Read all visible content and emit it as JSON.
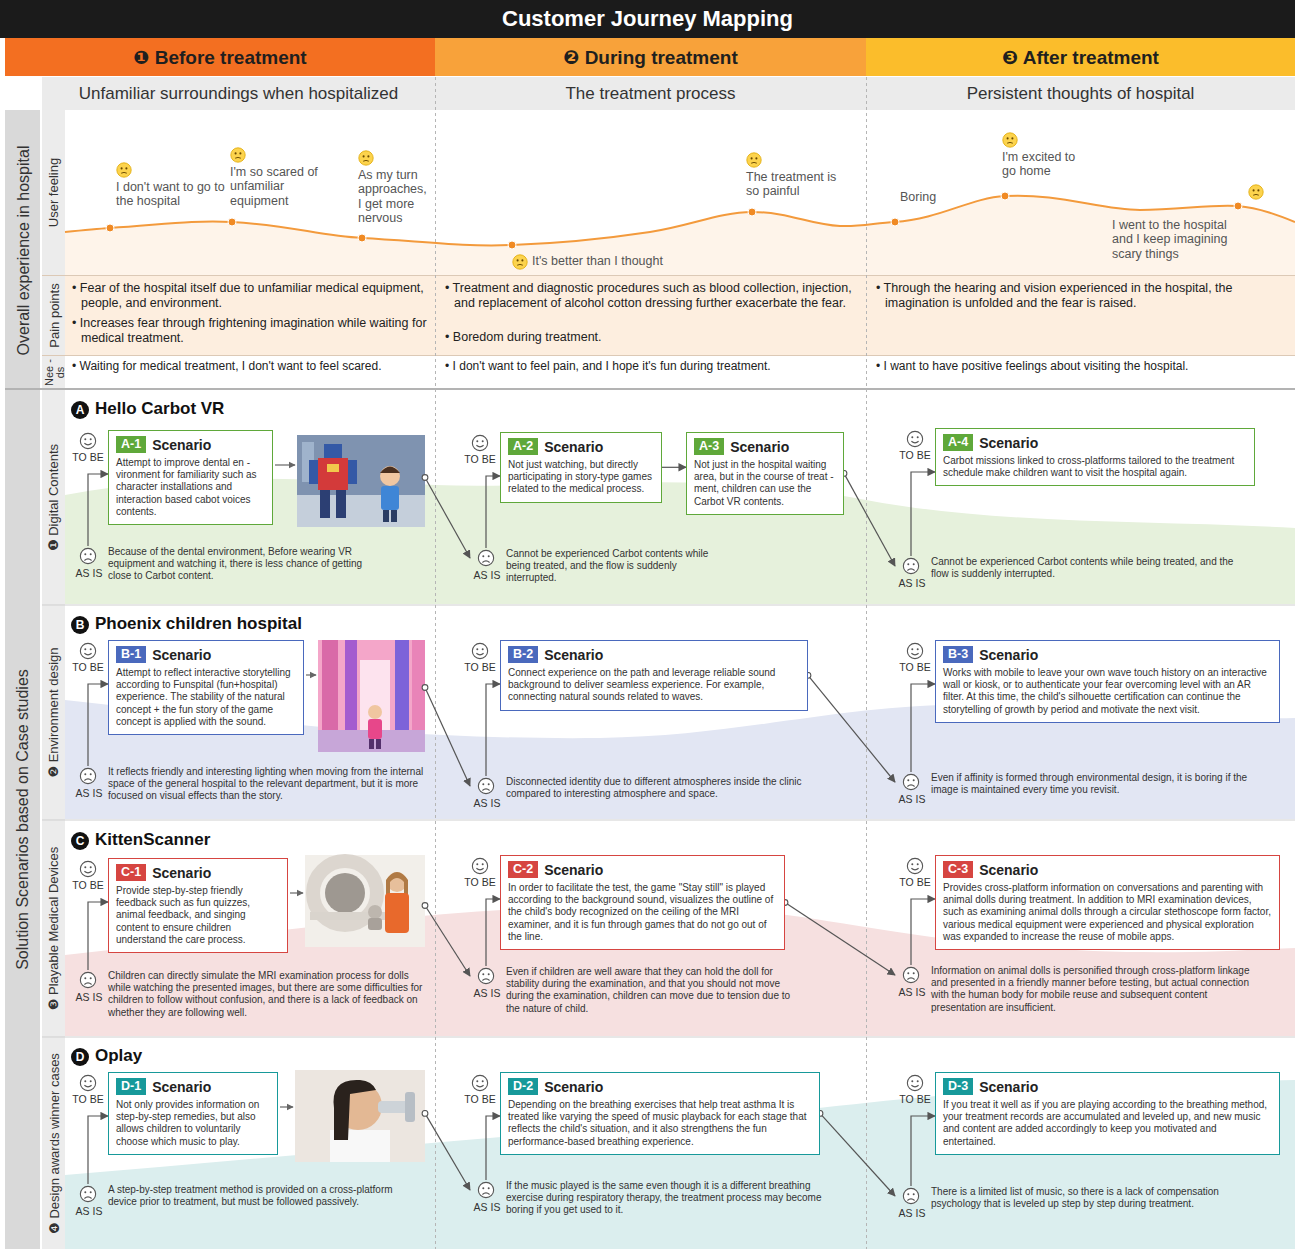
{
  "diagram": {
    "title": "Customer Journey Mapping",
    "nodes": [
      {
        "text": [
          "❶ Before treatment"
        ]
      },
      {
        "text": [
          "❷ During treatment"
        ]
      },
      {
        "text": [
          "❸ After treatment"
        ]
      },
      {
        "text": [
          "TO BE",
          "A-1",
          "Scenario",
          "Attempt to improve dental en -vironment for familiarity such as character installations and interaction based cabot voices contents."
        ]
      },
      {
        "text": [
          "AS IS",
          "Because of the dental environment, Before wearing VR equipment and watching it, there is less chance of getting close to Carbot content."
        ]
      },
      {
        "text": [
          "TO BE",
          "A-2",
          "Scenario",
          "Not just watching, but directly participating in story-type games related to the medical process."
        ]
      },
      {
        "text": [
          "A-3",
          "Scenario",
          "Not just in the hospital waiting area, but in the course of treat -ment, children can use the Carbot VR contents."
        ]
      },
      {
        "text": [
          "AS IS",
          "Cannot be experienced Carbot contents while being treated, and the flow is suddenly interrupted."
        ]
      },
      {
        "text": [
          "TO BE",
          "A-4",
          "Scenario",
          "Carbot missions linked to cross-platforms tailored to the treatment schedule make children want to visit the hospital again."
        ]
      },
      {
        "text": [
          "AS IS",
          "Cannot be experienced Carbot contents while being treated, and the flow is suddenly interrupted."
        ]
      },
      {
        "text": [
          "TO BE",
          "B-1",
          "Scenario",
          "Attempt to reflect interactive storytelling according to Funspital (fun+hospital) experience. The stability of the natural concept + the fun story of the game concept is applied with the sound."
        ]
      },
      {
        "text": [
          "AS IS",
          "It reflects friendly and interesting lighting when moving from the internal space of the general hospital to the relevant department, but it is more focused on visual effects than the story."
        ]
      },
      {
        "text": [
          "TO BE",
          "B-2",
          "Scenario",
          "Connect experience on the path and leverage reliable sound background to deliver seamless experience. For example, connecting natural sounds related to waves."
        ]
      },
      {
        "text": [
          "AS IS",
          "Disconnected identity due to different atmospheres inside the clinic compared to interesting atmosphere and space."
        ]
      },
      {
        "text": [
          "TO BE",
          "B-3",
          "Scenario",
          "Works with mobile to leave your own wave touch history on an interactive wall or kiosk, or to authenticate your fear overcoming level with an AR filter. At this time, the child's silhouette certification can continue the storytelling of growth by period and motivate the next visit."
        ]
      },
      {
        "text": [
          "AS IS",
          "Even if affinity is formed through environmental design, it is boring if the image is maintained every time you revisit."
        ]
      },
      {
        "text": [
          "TO BE",
          "C-1",
          "Scenario",
          "Provide step-by-step friendly feedback such as fun quizzes, animal feedback, and singing content to ensure children understand the care process."
        ]
      },
      {
        "text": [
          "AS IS",
          "Children can directly simulate the MRI examination process for dolls while watching the presented images, but there are some difficulties for children to follow without confusion, and there is a lack of feedback on whether they are following well."
        ]
      },
      {
        "text": [
          "TO BE",
          "C-2",
          "Scenario",
          "In order to facilitate the test, the game \"Stay still\" is played according to the background sound, visualizes the outline of the child's body recognized on the ceiling of the MRI examiner, and it is fun through games that do not go out of the line."
        ]
      },
      {
        "text": [
          "AS IS",
          "Even if children are well aware that they can hold the doll for stability during the examination, and that you should not move during the examination, children can move due to tension due to the nature of child."
        ]
      },
      {
        "text": [
          "TO BE",
          "C-3",
          "Scenario",
          "Provides cross-platform information on conversations and parenting with animal dolls during treatment. In addition to MRI examination devices, such as examining animal dolls through a circular stethoscope form factor, various medical equipment were experienced and physical exploration was expanded to increase the reuse of mobile apps."
        ]
      },
      {
        "text": [
          "AS IS",
          "Information on animal dolls is personified through cross-platform linkage and presented in a friendly manner before testing, but actual connection with the human body for mobile reuse and subsequent content presentation are insufficient."
        ]
      },
      {
        "text": [
          "TO BE",
          "D-1",
          "Scenario",
          "Not only provides information on step-by-step remedies, but also allows children to voluntarily choose which music to play."
        ]
      },
      {
        "text": [
          "AS IS",
          "A step-by-step treatment method is provided on a cross-platform device prior to treatment, but must be followed passively."
        ]
      },
      {
        "text": [
          "TO BE",
          "D-2",
          "Scenario",
          "Depending on the breathing exercises that help treat asthma It is treated like varying the speed of music playback for each stage that reflects the child's situation, and it also strengthens the fun performance-based breathing experience."
        ]
      },
      {
        "text": [
          "AS IS",
          "If the music played is the same even though it is a different breathing exercise during respiratory therapy, the treatment process may become boring if you get used to it."
        ]
      },
      {
        "text": [
          "TO BE",
          "D-3",
          "Scenario",
          "If you treat it well as if you are playing according to the breathing method, your treatment records are accumulated and leveled up, and new music and content are added accordingly to keep you motivated and entertained."
        ]
      },
      {
        "text": [
          "AS IS",
          "There is a limited list of music, so there is a lack of compensation psychology that is leveled up step by step during treatment."
        ]
      }
    ],
    "edges": [
      {
        "from": 4,
        "to": 3,
        "arrow": "to"
      },
      {
        "from": 3,
        "to": 7,
        "arrow": "to"
      },
      {
        "from": 7,
        "to": 5,
        "arrow": "to"
      },
      {
        "from": 5,
        "to": 6,
        "arrow": "to"
      },
      {
        "from": 6,
        "to": 9,
        "arrow": "to"
      },
      {
        "from": 9,
        "to": 8,
        "arrow": "to"
      },
      {
        "from": 11,
        "to": 10,
        "arrow": "to"
      },
      {
        "from": 10,
        "to": 13,
        "arrow": "to"
      },
      {
        "from": 13,
        "to": 12,
        "arrow": "to"
      },
      {
        "from": 12,
        "to": 15,
        "arrow": "to"
      },
      {
        "from": 15,
        "to": 14,
        "arrow": "to"
      },
      {
        "from": 17,
        "to": 16,
        "arrow": "to"
      },
      {
        "from": 16,
        "to": 19,
        "arrow": "to"
      },
      {
        "from": 19,
        "to": 18,
        "arrow": "to"
      },
      {
        "from": 18,
        "to": 21,
        "arrow": "to"
      },
      {
        "from": 21,
        "to": 20,
        "arrow": "to"
      },
      {
        "from": 23,
        "to": 22,
        "arrow": "to"
      },
      {
        "from": 22,
        "to": 25,
        "arrow": "to"
      },
      {
        "from": 25,
        "to": 24,
        "arrow": "to"
      },
      {
        "from": 24,
        "to": 27,
        "arrow": "to"
      },
      {
        "from": 27,
        "to": 26,
        "arrow": "to"
      }
    ],
    "labels": [
      "Overall experience in hospital",
      "User feeling",
      "Pain points",
      "Nee -ds",
      "Solution Scenarios based on Case studies",
      "❶ Digital Contents",
      "❷ Environment design",
      "❸ Playable Medical Devices",
      "❹ Design awards winner cases",
      "Unfamiliar surroundings when hospitalized",
      "The treatment process",
      "Persistent thoughts of hospital",
      "I don't want to go to the hospital",
      "I'm so scared of unfamiliar equipment",
      "As my turn approaches, I get more nervous",
      "It's better than I thought",
      "The treatment is so painful",
      "Boring",
      "I'm excited to go home",
      "I went to the hospital and I keep imagining scary things",
      "• Fear of the hospital itself due to unfamiliar medical equipment, people, and environment.",
      "• Increases fear through frightening imagination while waiting for medical treatment.",
      "• Treatment and diagnostic procedures such as blood collection, injection, and replacement of alcohol cotton dressing further exacerbate the fear.",
      "• Boredom during treatment.",
      "• Through the hearing and vision experienced in the hospital, the imagination is unfolded and the fear is raised.",
      "• Waiting for medical treatment, I don't want to feel scared.",
      "• I don't want to feel pain, and I hope it's fun during treatment.",
      "• I want to have positive feelings about visiting the hospital.",
      "A",
      "Hello Carbot VR",
      "B",
      "Phoenix children hospital",
      "C",
      "KittenScanner",
      "D",
      "Oplay"
    ]
  }
}
